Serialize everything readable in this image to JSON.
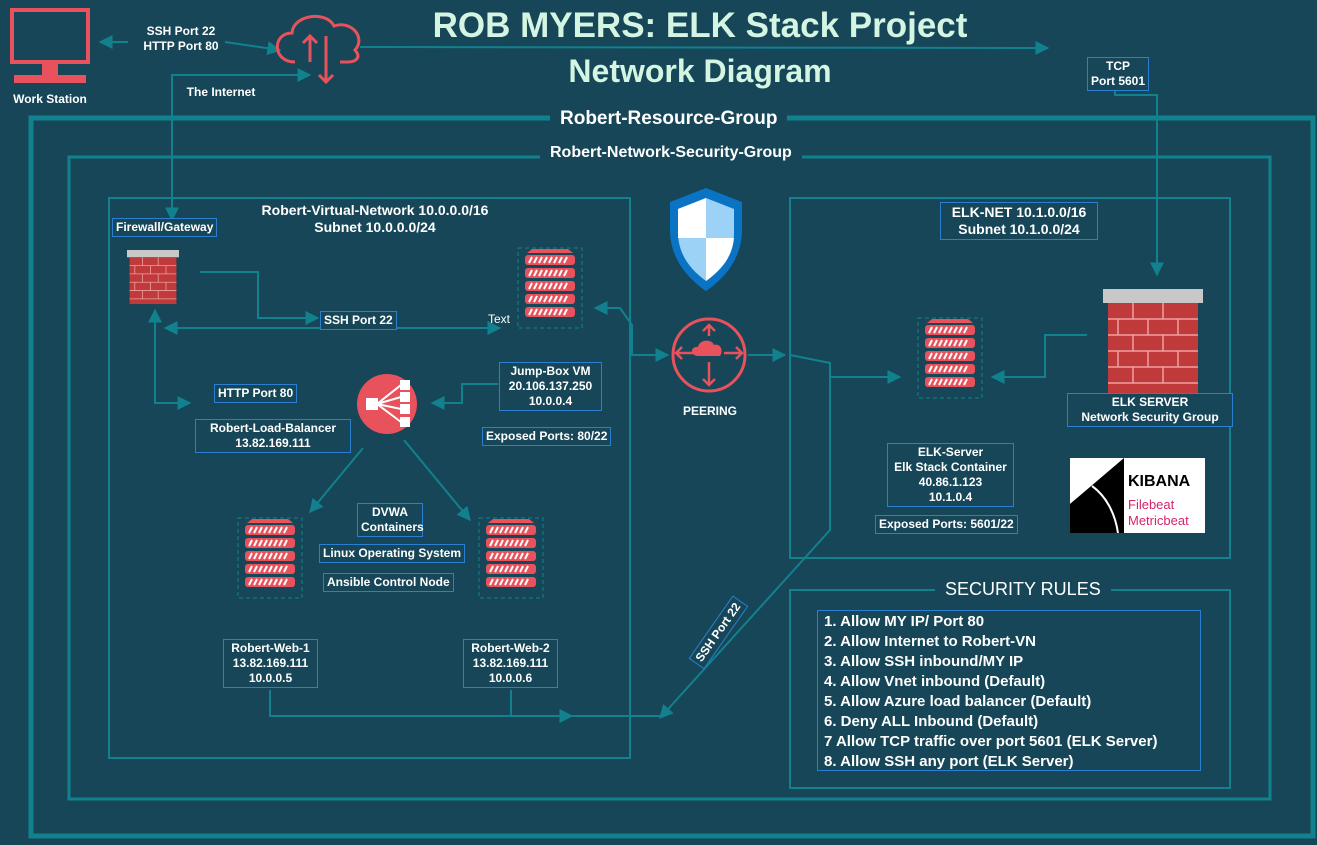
{
  "title": {
    "line1": "ROB MYERS: ELK Stack Project",
    "line2": "Network Diagram"
  },
  "workstation": {
    "label": "Work Station",
    "icon": "monitor-icon"
  },
  "internet": {
    "ports": [
      "SSH Port 22",
      "HTTP Port 80"
    ],
    "label": "The Internet",
    "icon": "cloud-upload-download-icon"
  },
  "tcp_port": [
    "TCP",
    "Port 5601"
  ],
  "groups": {
    "resource_group": "Robert-Resource-Group",
    "nsg": "Robert-Network-Security-Group"
  },
  "vnet": {
    "title": [
      "Robert-Virtual-Network 10.0.0.0/16",
      "Subnet 10.0.0.0/24"
    ],
    "firewall_label": "Firewall/Gateway",
    "ssh_label": "SSH Port 22",
    "text_label": "Text",
    "http_label": "HTTP Port 80",
    "jumpbox": [
      "Jump-Box VM",
      "20.106.137.250",
      "10.0.0.4"
    ],
    "exposed": "Exposed Ports: 80/22",
    "load_balancer": [
      "Robert-Load-Balancer",
      "13.82.169.111"
    ],
    "dvwa": [
      "DVWA",
      "Containers"
    ],
    "linux": "Linux Operating System",
    "ansible": "Ansible Control Node",
    "web1": [
      "Robert-Web-1",
      "13.82.169.111",
      "10.0.0.5"
    ],
    "web2": [
      "Robert-Web-2",
      "13.82.169.111",
      "10.0.0.6"
    ]
  },
  "peering": {
    "label": "PEERING",
    "icon": "router-peering-icon"
  },
  "shield_icon": "shield-icon",
  "elk_net": {
    "title": [
      "ELK-NET 10.1.0.0/16",
      "Subnet 10.1.0.0/24"
    ],
    "server": [
      "ELK-Server",
      "Elk Stack Container",
      "40.86.1.123",
      "10.1.0.4"
    ],
    "exposed": "Exposed Ports: 5601/22",
    "nsg": [
      "ELK SERVER",
      "Network Security Group"
    ]
  },
  "ssh_diag": "SSH Port 22",
  "kibana": {
    "title": "KIBANA",
    "items": [
      "Filebeat",
      "Metricbeat"
    ]
  },
  "security": {
    "title": "SECURITY RULES",
    "rules": [
      "1. Allow MY IP/ Port 80",
      "2. Allow Internet to Robert-VN",
      "3. Allow SSH inbound/MY IP",
      "4. Allow Vnet inbound (Default)",
      "5. Allow Azure load balancer (Default)",
      "6. Deny ALL Inbound (Default)",
      "7 Allow TCP traffic over port 5601 (ELK Server)",
      "8. Allow SSH any port (ELK Server)"
    ]
  },
  "colors": {
    "background": "#164657",
    "teal": "#12818e",
    "server_red": "#e8525c",
    "title": "#d5f5e3",
    "label_border": "#2b7fd0"
  }
}
